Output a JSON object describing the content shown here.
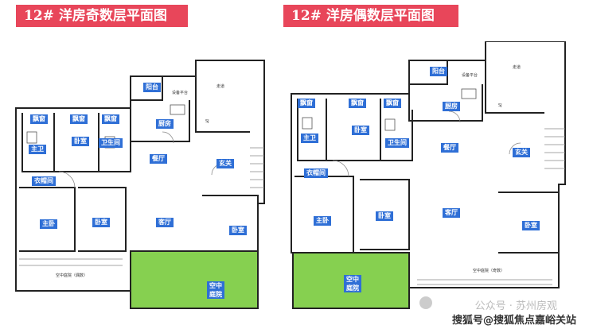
{
  "colors": {
    "title_bg": "#e8465a",
    "label_bg": "#2f6fd6",
    "garden_fill": "#86d050",
    "wall": "#222222"
  },
  "left_plan": {
    "title": "12# 洋房奇数层平面图",
    "rooms": {
      "bay_window_1": "飘窗",
      "bay_window_2": "飘窗",
      "bay_window_3": "飘窗",
      "balcony": "阳台",
      "kitchen": "厨房",
      "master_bath": "主卫",
      "bedroom_top": "卧室",
      "bathroom": "卫生间",
      "dining": "餐厅",
      "entry": "玄关",
      "cloakroom": "衣帽间",
      "master_bedroom": "主卧",
      "bedroom_mid": "卧室",
      "living": "客厅",
      "bedroom_right": "卧室",
      "sky_garden_line1": "空中",
      "sky_garden_line2": "庭院"
    },
    "small_text": {
      "walkway": "走道",
      "equipment_platform": "设备平台",
      "shaft": "SJ",
      "below_garden": "空中庭院（偶数）"
    }
  },
  "right_plan": {
    "title": "12# 洋房偶数层平面图",
    "rooms": {
      "bay_window_1": "飘窗",
      "bay_window_2": "飘窗",
      "bay_window_3": "飘窗",
      "balcony": "阳台",
      "kitchen": "厨房",
      "master_bath": "主卫",
      "bedroom_top": "卧室",
      "bathroom": "卫生间",
      "dining": "餐厅",
      "entry": "玄关",
      "cloakroom": "衣帽间",
      "master_bedroom": "主卧",
      "bedroom_mid": "卧室",
      "living": "客厅",
      "bedroom_right": "卧室",
      "sky_garden_line1": "空中",
      "sky_garden_line2": "庭院"
    },
    "small_text": {
      "walkway": "走道",
      "equipment_platform": "设备平台",
      "shaft": "SJ",
      "below_garden": "空中庭院（奇数）"
    }
  },
  "watermark": {
    "wechat": "公众号 · 苏州房观",
    "sohu": "搜狐号@搜狐焦点嘉峪关站"
  }
}
